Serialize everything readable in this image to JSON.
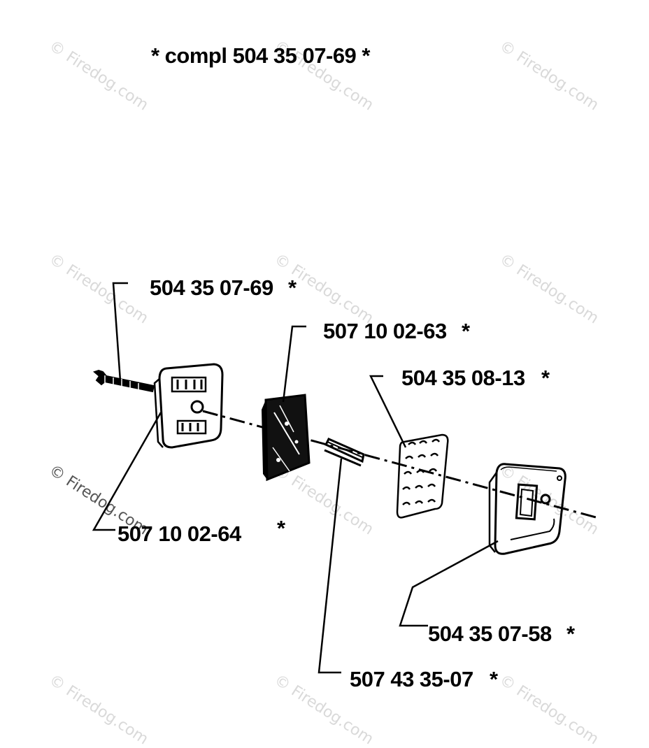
{
  "header": {
    "text": "*  compl 504 35 07-69  *"
  },
  "watermark": {
    "text": "© Firedog.com"
  },
  "callouts": [
    {
      "id": "screw",
      "part_no": "504 35 07-69",
      "mark": "*"
    },
    {
      "id": "filter-pad",
      "part_no": "507 10 02-63",
      "mark": "*"
    },
    {
      "id": "front-cover",
      "part_no": "507 10 02-64",
      "mark": "*"
    },
    {
      "id": "spark-screen",
      "part_no": "504 35 08-13",
      "mark": "*"
    },
    {
      "id": "rear-housing",
      "part_no": "504 35 07-58",
      "mark": "*"
    },
    {
      "id": "gasket",
      "part_no": "507 43 35-07",
      "mark": "*"
    }
  ],
  "colors": {
    "ink": "#000000",
    "paper": "#ffffff",
    "watermark": "#d9d9d9"
  }
}
